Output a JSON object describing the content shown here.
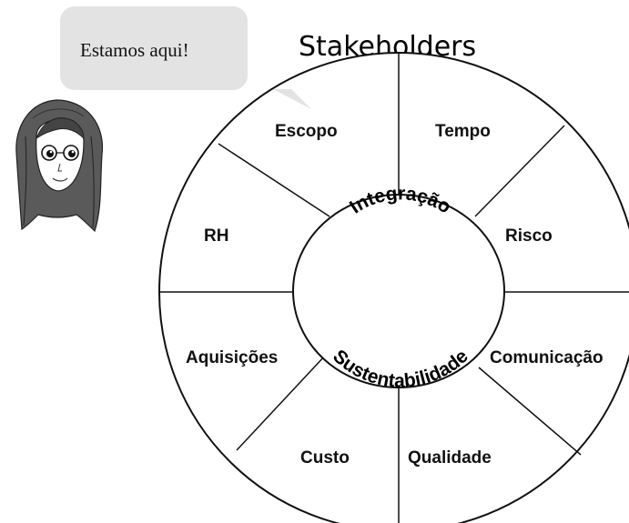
{
  "title": "Stakeholders",
  "speech_bubble": {
    "text": "Estamos aqui!"
  },
  "diagram": {
    "inner_top": "Integração",
    "inner_bottom": "Sustentabilidade",
    "segments": [
      {
        "id": "escopo",
        "label": "Escopo"
      },
      {
        "id": "tempo",
        "label": "Tempo"
      },
      {
        "id": "risco",
        "label": "Risco"
      },
      {
        "id": "comunicacao",
        "label": "Comunicação"
      },
      {
        "id": "qualidade",
        "label": "Qualidade"
      },
      {
        "id": "custo",
        "label": "Custo"
      },
      {
        "id": "aquisicoes",
        "label": "Aquisições"
      },
      {
        "id": "rh",
        "label": "RH"
      }
    ]
  },
  "character": {
    "icon": "girl-avatar-icon"
  }
}
